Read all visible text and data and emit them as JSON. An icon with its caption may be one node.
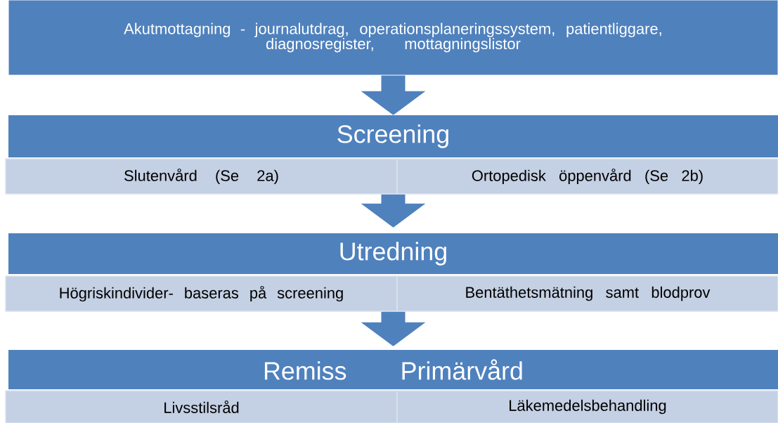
{
  "diagram": {
    "nodes": [
      {
        "text": [
          "Akutmottagning - journalutdrag, operationsplaneringssystem, patientliggare, diagnosregister, mottagningslistor"
        ]
      },
      {
        "text": [
          "Screening"
        ]
      },
      {
        "text": [
          "Slutenvård (Se 2a)"
        ]
      },
      {
        "text": [
          "Ortopedisk öppenvård (Se 2b)"
        ]
      },
      {
        "text": [
          "Utredning"
        ]
      },
      {
        "text": [
          "Högriskindivider-  baseras på screening"
        ]
      },
      {
        "text": [
          "Bentäthetsmätning samt blodprov"
        ]
      },
      {
        "text": [
          "Remiss Primärvård"
        ]
      },
      {
        "text": [
          "Livsstilsråd"
        ]
      },
      {
        "text": [
          "Läkemedelsbehandling"
        ]
      }
    ],
    "edges": [
      {
        "from": 0,
        "to": 1,
        "arrow": "to"
      },
      {
        "from": 2,
        "to": 4,
        "arrow": "to"
      },
      {
        "from": 5,
        "to": 7,
        "arrow": "to"
      }
    ]
  }
}
